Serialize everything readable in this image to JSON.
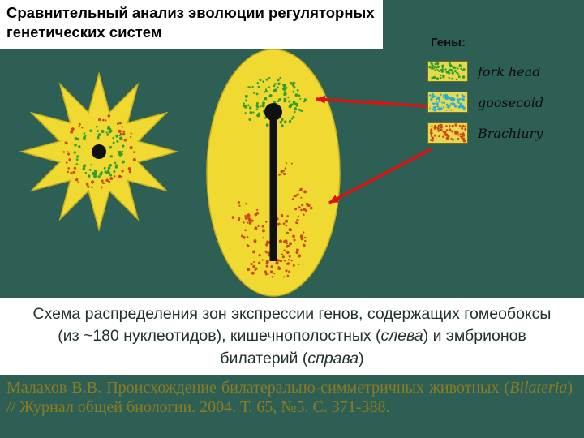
{
  "slide_title": "Сравнительный анализ эволюции регуляторных генетических систем",
  "legend": {
    "heading": "Гены:",
    "items": [
      {
        "label": "fork head",
        "color": "#2f9e2f"
      },
      {
        "label": "goosecoid",
        "color": "#25acd8"
      },
      {
        "label": "Brachiury",
        "color": "#c94a18"
      }
    ]
  },
  "caption": {
    "part1": "Схема распределения зон экспрессии генов, содержащих гомеобоксы (из ~180 нуклеотидов), кишечнополостных (",
    "italic1": "слева",
    "part2": ") и эмбрионов билатерий (",
    "italic2": "справа",
    "part3": ")"
  },
  "citation": {
    "part1": "Малахов В.В. Происхождение билатерально-симметричных животных (",
    "italic": "Bilateria",
    "part2": ") // Журнал общей биологии. 2004. Т. 65, №5. С. 371-388."
  },
  "colors": {
    "background_teal": "#2d5f55",
    "body_yellow": "#f0d930",
    "arrow_red": "#e01010",
    "green_forkhead": "#2f9e2f",
    "blue_goosecoid": "#25acd8",
    "orange_brachiury": "#c94a18",
    "swatch_yellow": "#e7d84d"
  }
}
